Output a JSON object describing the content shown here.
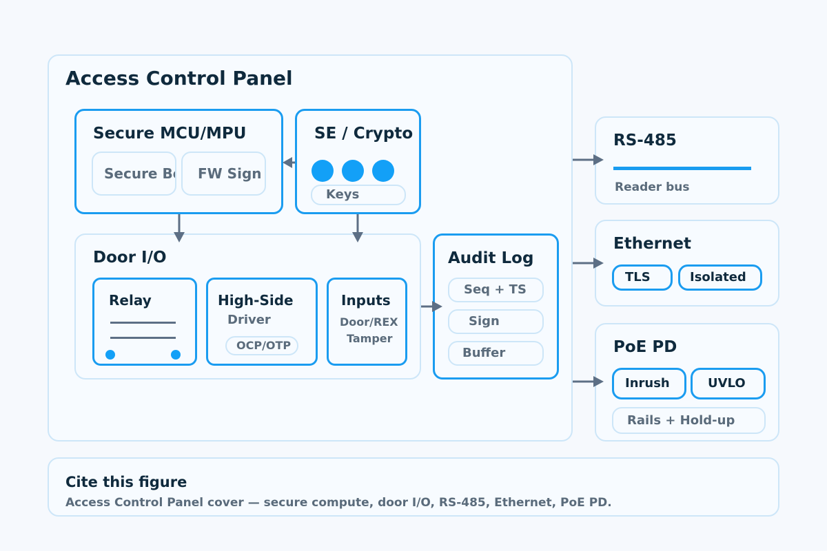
{
  "panel": {
    "title": "Access Control Panel"
  },
  "mcu": {
    "title": "Secure MCU/MPU",
    "secure_boot": "Secure Boot",
    "fw_sign": "FW Sign"
  },
  "se": {
    "title": "SE / Crypto",
    "keys": "Keys"
  },
  "door_io": {
    "title": "Door I/O",
    "relay": {
      "title": "Relay"
    },
    "high_side": {
      "title": "High-Side",
      "sub": "Driver",
      "badge": "OCP/OTP"
    },
    "inputs": {
      "title": "Inputs",
      "line1": "Door/REX",
      "line2": "Tamper"
    }
  },
  "audit": {
    "title": "Audit Log",
    "items": [
      "Seq + TS",
      "Sign",
      "Buffer"
    ]
  },
  "rs485": {
    "title": "RS-485",
    "sub": "Reader bus"
  },
  "ethernet": {
    "title": "Ethernet",
    "tls": "TLS",
    "isolated": "Isolated"
  },
  "poe": {
    "title": "PoE PD",
    "inrush": "Inrush",
    "uvlo": "UVLO",
    "rails": "Rails + Hold-up"
  },
  "cite": {
    "title": "Cite this figure",
    "text": "Access Control Panel cover — secure compute, door I/O, RS-485, Ethernet, PoE PD."
  },
  "colors": {
    "accent": "#1a9cf0",
    "border": "#cde6f8",
    "arrow": "#5d6f85",
    "text": "#0f2a3d",
    "muted": "#5a6b7b"
  }
}
